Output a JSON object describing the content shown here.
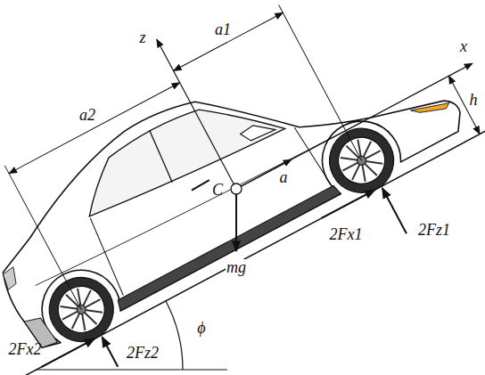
{
  "diagram": {
    "labels": [
      "z",
      "a1",
      "x",
      "h",
      "a2",
      "C",
      "a",
      "2Fx1",
      "2Fz1",
      "mg",
      "2Fx2",
      "2Fz2",
      "ϕ"
    ]
  }
}
